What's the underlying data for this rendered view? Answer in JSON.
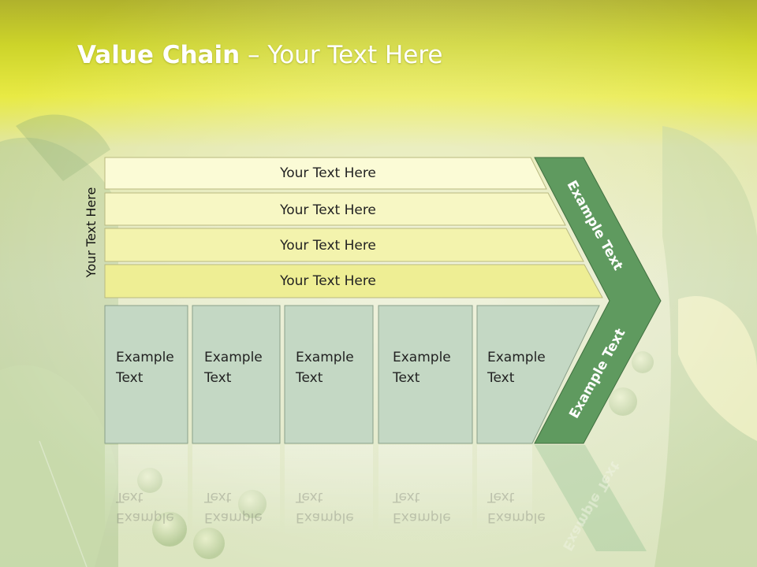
{
  "slide": {
    "title_bold": "Value Chain",
    "title_rest": " – Your Text Here",
    "vertical_label": "Your Text Here"
  },
  "rows": [
    {
      "label": "Your Text Here"
    },
    {
      "label": "Your Text Here"
    },
    {
      "label": "Your Text Here"
    },
    {
      "label": "Your Text Here"
    }
  ],
  "boxes": [
    {
      "line1": "Example",
      "line2": "Text"
    },
    {
      "line1": "Example",
      "line2": "Text"
    },
    {
      "line1": "Example",
      "line2": "Text"
    },
    {
      "line1": "Example",
      "line2": "Text"
    },
    {
      "line1": "Example",
      "line2": "Text"
    }
  ],
  "chevron": {
    "upper_label": "Example Text",
    "lower_label": "Example Text"
  },
  "colors": {
    "row_fill_light": "#fbfbd6",
    "row_fill_mid": "#f6f6b9",
    "row_fill_dark": "#eeee94",
    "box_fill": "#c4d8c4",
    "chevron_fill": "#5f9a5f",
    "top_band": "#d9df2c"
  }
}
